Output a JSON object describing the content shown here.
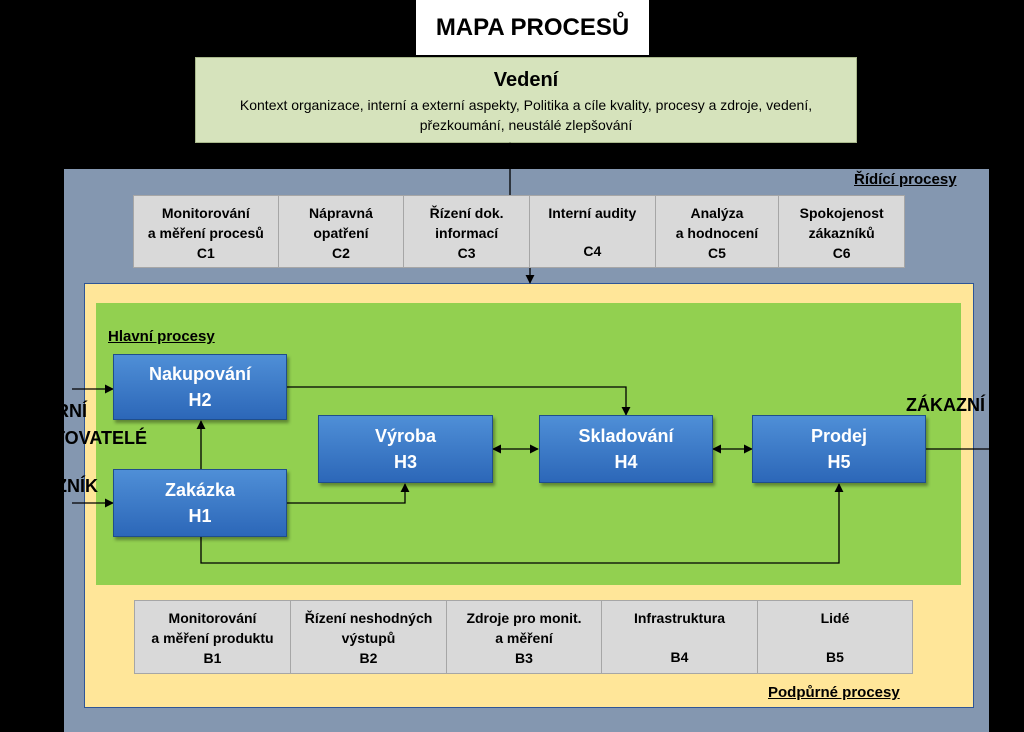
{
  "title": "MAPA PROCESŮ",
  "vedeni": {
    "heading": "Vedení",
    "line1": "Kontext organizace, interní a externí aspekty, Politika a cíle kvality, procesy a zdroje, vedení,",
    "line2": "přezkoumání, neustálé zlepšování"
  },
  "ridici": {
    "label": "Řídící procesy",
    "cells": [
      {
        "l1": "Monitorování",
        "l2": "a měření procesů",
        "code": "C1"
      },
      {
        "l1": "Nápravná",
        "l2": "opatření",
        "code": "C2"
      },
      {
        "l1": "Řízení dok.",
        "l2": "informací",
        "code": "C3"
      },
      {
        "l1": "Interní audity",
        "l2": "",
        "code": "C4"
      },
      {
        "l1": "Analýza",
        "l2": "a hodnocení",
        "code": "C5"
      },
      {
        "l1": "Spokojenost",
        "l2": "zákazníků",
        "code": "C6"
      }
    ]
  },
  "hlavni": {
    "label": "Hlavní procesy",
    "boxes": {
      "nakupovani": {
        "name": "Nakupování",
        "code": "H2"
      },
      "zakazka": {
        "name": "Zakázka",
        "code": "H1"
      },
      "vyroba": {
        "name": "Výroba",
        "code": "H3"
      },
      "skladovani": {
        "name": "Skladování",
        "code": "H4"
      },
      "prodej": {
        "name": "Prodej",
        "code": "H5"
      }
    }
  },
  "external": {
    "left1": "RNÍ",
    "left2": "YTOVATELÉ",
    "left3": "ZNÍK",
    "right": "ZÁKAZNÍ"
  },
  "podpurne": {
    "label": "Podpůrné procesy",
    "cells": [
      {
        "l1": "Monitorování",
        "l2": "a měření produktu",
        "code": "B1"
      },
      {
        "l1": "Řízení neshodných",
        "l2": "výstupů",
        "code": "B2"
      },
      {
        "l1": "Zdroje pro monit.",
        "l2": "a měření",
        "code": "B3"
      },
      {
        "l1": "Infrastruktura",
        "l2": "",
        "code": "B4"
      },
      {
        "l1": "Lidé",
        "l2": "",
        "code": "B5"
      }
    ]
  }
}
